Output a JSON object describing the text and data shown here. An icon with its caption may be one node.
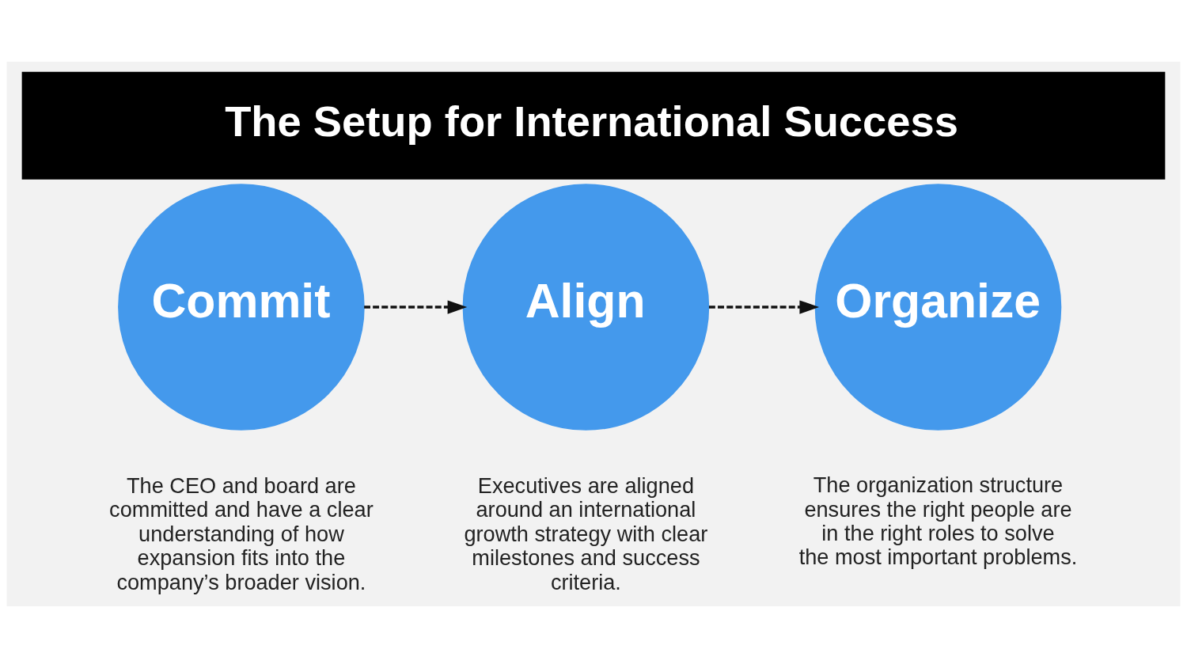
{
  "diagram": {
    "title": "The Setup for International Success",
    "nodes": [
      {
        "text": [
          "Commit"
        ],
        "beside": [
          "The CEO and board are committed and have a clear understanding of how expansion fits into the company’s broader vision."
        ]
      },
      {
        "text": [
          "Align"
        ],
        "beside": [
          "Executives are aligned around an international growth strategy with clear milestones and success criteria."
        ]
      },
      {
        "text": [
          "Organize"
        ],
        "beside": [
          "The organization structure ensures the right people are in the right roles to solve the most important problems."
        ]
      }
    ],
    "edges": [
      {
        "from": 0,
        "to": 1,
        "arrow": "to",
        "style": "dashed"
      },
      {
        "from": 1,
        "to": 2,
        "arrow": "to",
        "style": "dashed"
      }
    ]
  }
}
